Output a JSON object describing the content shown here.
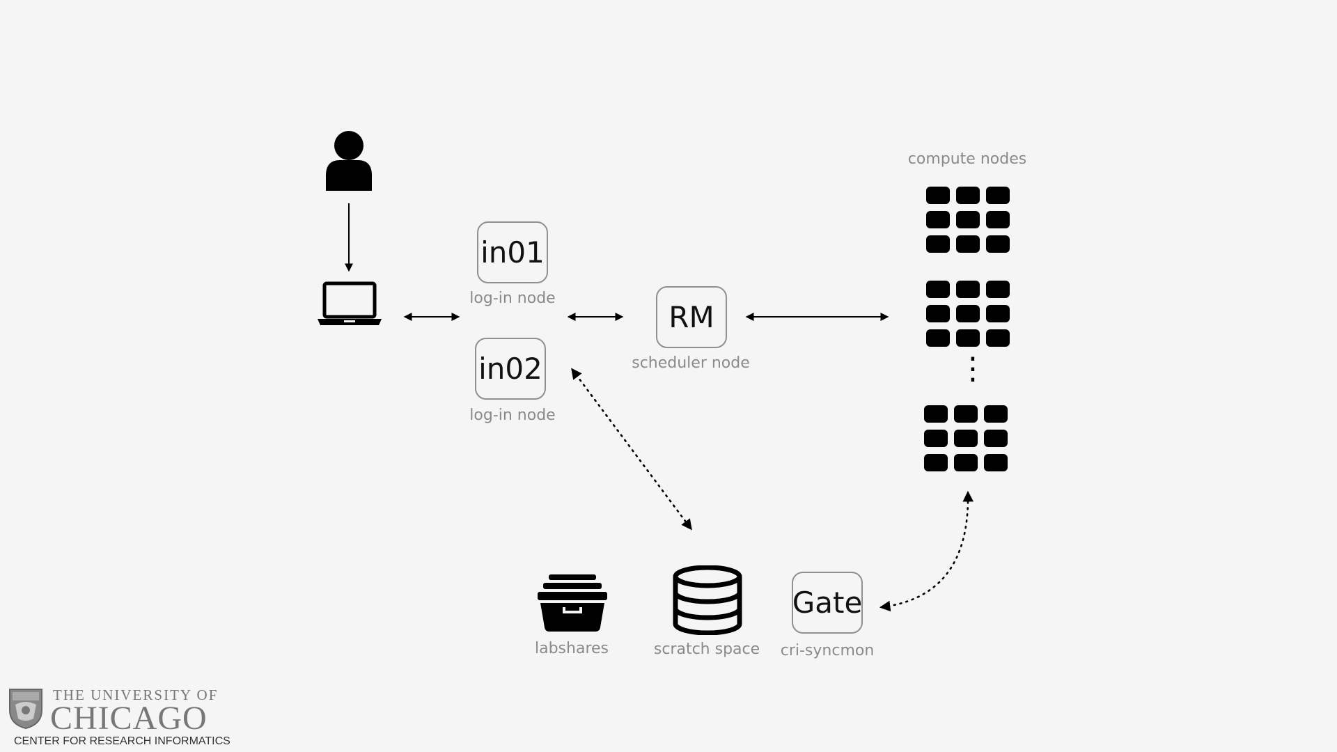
{
  "nodes": {
    "login1": {
      "name": "in01",
      "label": "log-in node"
    },
    "login2": {
      "name": "in02",
      "label": "log-in node"
    },
    "scheduler": {
      "name": "RM",
      "label": "scheduler node"
    },
    "gate": {
      "name": "Gate",
      "label": "cri-syncmon"
    }
  },
  "compute": {
    "label": "compute nodes",
    "ellipsis": "⋮"
  },
  "storage": {
    "labshares": {
      "label": "labshares",
      "icon": "archive-box-icon"
    },
    "scratch": {
      "label": "scratch space",
      "icon": "database-icon"
    }
  },
  "icons": {
    "user": "user-icon",
    "laptop": "laptop-icon",
    "server_grid": "server-grid-icon"
  },
  "logo": {
    "line1": "THE UNIVERSITY OF",
    "line2": "CHICAGO",
    "line3": "CENTER FOR RESEARCH INFORMATICS"
  },
  "colors": {
    "background": "#f5f5f5",
    "box_border": "#8f8f8f",
    "label_text": "#8a8a8e",
    "icon": "#000000"
  }
}
